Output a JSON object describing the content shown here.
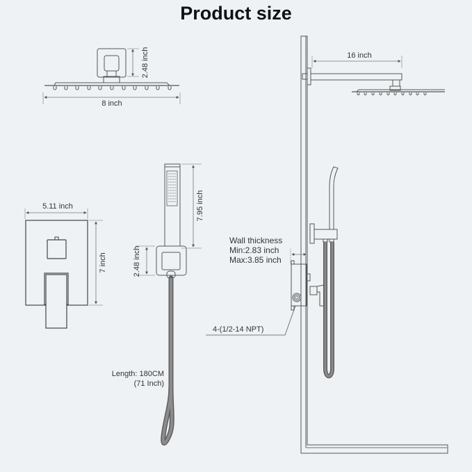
{
  "title": "Product size",
  "colors": {
    "background": "#eef2f5",
    "line": "#555555",
    "dim_line": "#777777",
    "hose": "#6d6d6d",
    "text": "#333333"
  },
  "shower_head": {
    "width_label": "8 inch",
    "height_label": "2.48 inch"
  },
  "valve_trim": {
    "width_label": "5.11 inch",
    "height_label": "7 inch"
  },
  "hand_shower": {
    "length_label": "7.95 inch",
    "holder_height_label": "2.48 inch",
    "hose_length_line1": "Length: 180CM",
    "hose_length_line2": "(71 Inch)"
  },
  "side_view": {
    "arm_length_label": "16 inch",
    "wall_thickness_title": "Wall thickness",
    "wall_min": "Min:2.83 inch",
    "wall_max": "Max:3.85 inch",
    "connection_label": "4-(1/2-14 NPT)"
  }
}
